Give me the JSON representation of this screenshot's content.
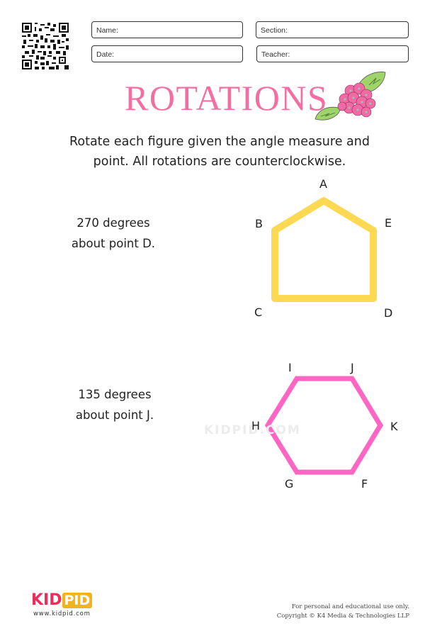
{
  "header": {
    "qr_code": "qr-code",
    "fields": {
      "name": "Name:",
      "section": "Section:",
      "date": "Date:",
      "teacher": "Teacher:"
    }
  },
  "title": "ROTATIONS",
  "decoration": "pink-hydrangea-flower-with-leaves",
  "instructions": {
    "line1": "Rotate each figure given the angle measure and",
    "line2": "point.  All rotations are counterclockwise."
  },
  "problems": [
    {
      "prompt_line1": "270 degrees",
      "prompt_line2": "about point D.",
      "shape": "pentagon",
      "color": "#fdd853",
      "vertices": {
        "A": "A",
        "B": "B",
        "C": "C",
        "D": "D",
        "E": "E"
      }
    },
    {
      "prompt_line1": "135 degrees",
      "prompt_line2": "about point J.",
      "shape": "hexagon",
      "color": "#ff66c4",
      "vertices": {
        "I": "I",
        "J": "J",
        "K": "K",
        "F": "F",
        "G": "G",
        "H": "H"
      }
    }
  ],
  "watermark": "KIDPID.COM",
  "footer": {
    "logo_kid": "KID",
    "logo_pid": "PID",
    "website": "www.kidpid.com",
    "line1": "For personal and educational use only.",
    "line2": "Copyright © K4 Media & Technologies LLP"
  }
}
